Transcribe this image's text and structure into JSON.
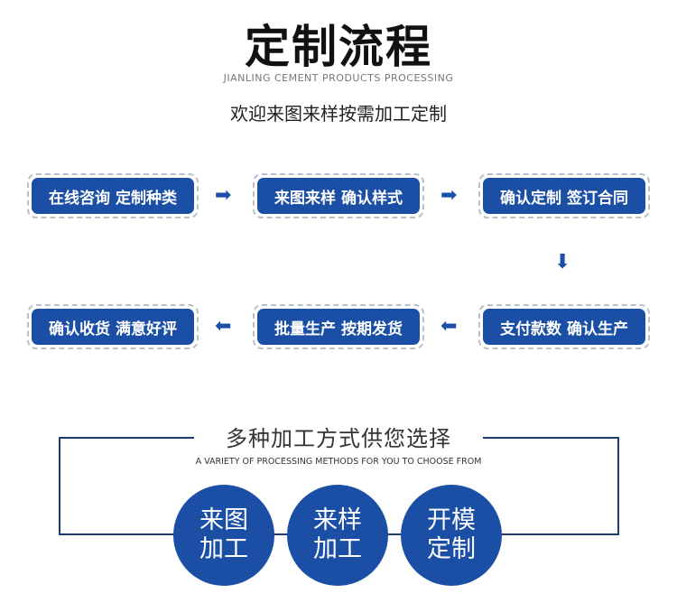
{
  "header": {
    "title": "定制流程",
    "subtitle_en": "JIANLING CEMENT PRODUCTS PROCESSING",
    "tagline": "欢迎来图来样按需加工定制"
  },
  "steps": [
    {
      "label": "在线咨询 定制种类"
    },
    {
      "label": "来图来样 确认样式"
    },
    {
      "label": "确认定制 签订合同"
    },
    {
      "label": "支付款数 确认生产"
    },
    {
      "label": "批量生产 按期发货"
    },
    {
      "label": "确认收货 满意好评"
    }
  ],
  "arrows": {
    "right": "➡",
    "down": "⬇",
    "left": "⬅"
  },
  "methods": {
    "title": "多种加工方式供您选择",
    "subtitle_en": "A VARIETY OF PROCESSING METHODS FOR YOU TO CHOOSE FROM",
    "items": [
      {
        "line1": "来图",
        "line2": "加工"
      },
      {
        "line1": "来样",
        "line2": "加工"
      },
      {
        "line1": "开模",
        "line2": "定制"
      }
    ]
  },
  "colors": {
    "accent": "#1b4fa6",
    "line": "#1f3c70"
  }
}
